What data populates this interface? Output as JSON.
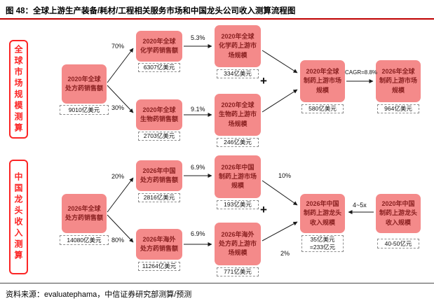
{
  "header": {
    "title": "图 48：全球上游生产装备/耗材/工程相关服务市场和中国龙头公司收入测算流程图"
  },
  "footer": {
    "source": "资料来源：evaluatephama，中信证券研究部测算/预测"
  },
  "sections": {
    "global": "全球市场规模测算",
    "china": "中国龙头收入测算"
  },
  "nodes": {
    "rx2020": {
      "label": "2020年全球处方药销售额",
      "value": "9010亿美元"
    },
    "chem2020": {
      "label": "2020年全球化学药销售额",
      "value": "6307亿美元"
    },
    "bio2020": {
      "label": "2020年全球生物药销售额",
      "value": "2703亿美元"
    },
    "chemUp2020": {
      "label": "2020年全球化学药上游市场规模",
      "value": "334亿美元"
    },
    "bioUp2020": {
      "label": "2020年全球生物药上游市场规模",
      "value": "246亿美元"
    },
    "pharmaUp2020": {
      "label": "2020年全球制药上游市场规模",
      "value": "580亿美元"
    },
    "pharmaUp2026": {
      "label": "2026年全球制药上游市场规模",
      "value": "964亿美元"
    },
    "rx2026": {
      "label": "2026年全球处方药销售额",
      "value": "14080亿美元"
    },
    "cnRx2026": {
      "label": "2026年中国处方药销售额",
      "value": "2816亿美元"
    },
    "osRx2026": {
      "label": "2026年海外处方药销售额",
      "value": "11264亿美元"
    },
    "cnUp2026": {
      "label": "2026年中国制药上游市场规模",
      "value": "193亿美元"
    },
    "osUp2026": {
      "label": "2026年海外处方药上游市场规模",
      "value": "771亿美元"
    },
    "leader2026": {
      "label": "2026年中国制药上游龙头收入规模",
      "value1": "35亿美元",
      "value2": "=233亿元"
    },
    "leader2020": {
      "label": "2020年中国制药上游龙头收入规模",
      "value": "40-50亿元"
    }
  },
  "edges": {
    "toChem": "70%",
    "toBio": "30%",
    "chemUpstreamRate": "5.3%",
    "bioUpstreamRate": "9.1%",
    "cagr": "CAGR=8.8%",
    "toChina": "20%",
    "toOverseas": "80%",
    "cnUpstreamRate": "6.9%",
    "osUpstreamRate": "6.9%",
    "cnShare": "10%",
    "osShare": "2%",
    "multiple": "4~5x",
    "plus": "+"
  },
  "colors": {
    "node_fill": "#f48a8a",
    "node_text": "#8b2121",
    "section_red": "#fb2525",
    "title_rule_red": "#c00000"
  }
}
